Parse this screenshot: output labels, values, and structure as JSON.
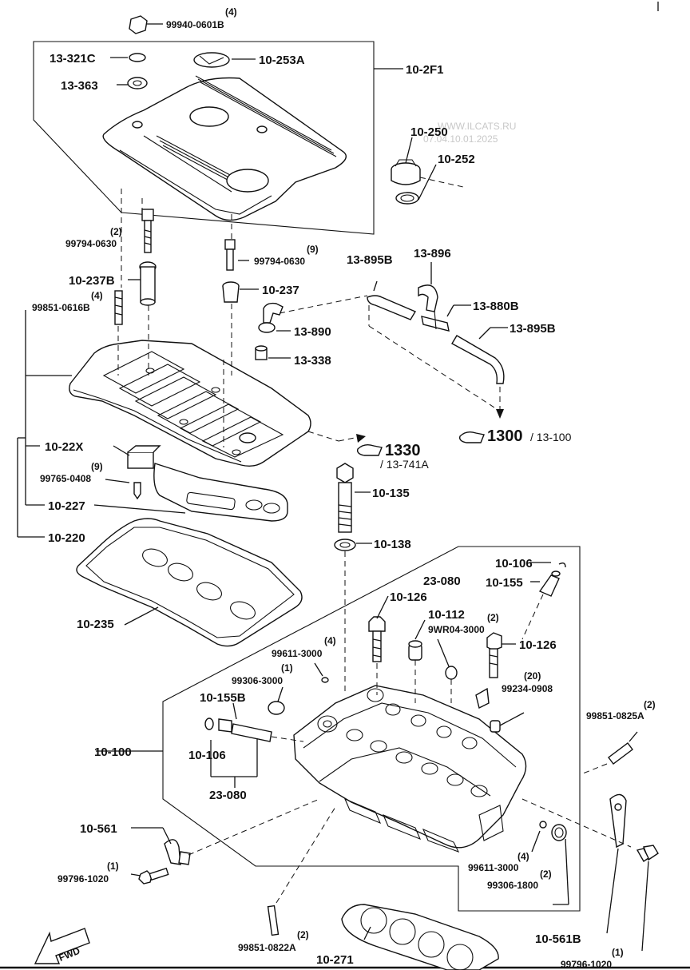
{
  "watermark": {
    "site": "WWW.ILCATS.RU",
    "date": "07.04.10.01.2025"
  },
  "labels": {
    "p99940": "99940-0601B",
    "p99940_qty": "(4)",
    "p13321c": "13-321C",
    "p10253a": "10-253A",
    "p102f1": "10-2F1",
    "p13363": "13-363",
    "p10250": "10-250",
    "p10252": "10-252",
    "p99794a": "99794-0630",
    "p99794a_qty": "(2)",
    "p99794b": "99794-0630",
    "p99794b_qty": "(9)",
    "p10237b": "10-237B",
    "p10237": "10-237",
    "p13895b_top": "13-895B",
    "p13896": "13-896",
    "p13880b": "13-880B",
    "p13895b_right": "13-895B",
    "p99851_0616b": "99851-0616B",
    "p99851_0616b_qty": "(4)",
    "p13890": "13-890",
    "p13338": "13-338",
    "p1300": "1300",
    "p1300_sub": "/ 13-100",
    "p1330": "1330",
    "p1330_sub": "/ 13-741A",
    "p1022x": "10-22X",
    "p99765": "99765-0408",
    "p99765_qty": "(9)",
    "p10227": "10-227",
    "p10220": "10-220",
    "p10135": "10-135",
    "p10138": "10-138",
    "p10106_top": "10-106",
    "p23080_top": "23-080",
    "p10155_top": "10-155",
    "p10126_left": "10-126",
    "p10112": "10-112",
    "p9wr04": "9WR04-3000",
    "p9wr04_qty": "(2)",
    "p10126_right": "10-126",
    "p10235": "10-235",
    "p99611_top": "99611-3000",
    "p99611_top_qty": "(4)",
    "p99306_top": "99306-3000",
    "p99306_top_qty": "(1)",
    "p99234": "99234-0908",
    "p99234_qty": "(20)",
    "p99851_0825a": "99851-0825A",
    "p99851_0825a_qty": "(2)",
    "p10155b": "10-155B",
    "p10100": "10-100",
    "p10106_bottom": "10-106",
    "p23080_bottom": "23-080",
    "p10561": "10-561",
    "p99796_left": "99796-1020",
    "p99796_left_qty": "(1)",
    "p99611_bottom": "99611-3000",
    "p99611_bottom_qty": "(4)",
    "p99306_bottom": "99306-1800",
    "p99306_bottom_qty": "(2)",
    "p10561b": "10-561B",
    "p99851_0822a": "99851-0822A",
    "p99851_0822a_qty": "(2)",
    "p10271": "10-271",
    "p99796_right": "99796-1020",
    "p99796_right_qty": "(1)",
    "fwd": "FWD"
  }
}
